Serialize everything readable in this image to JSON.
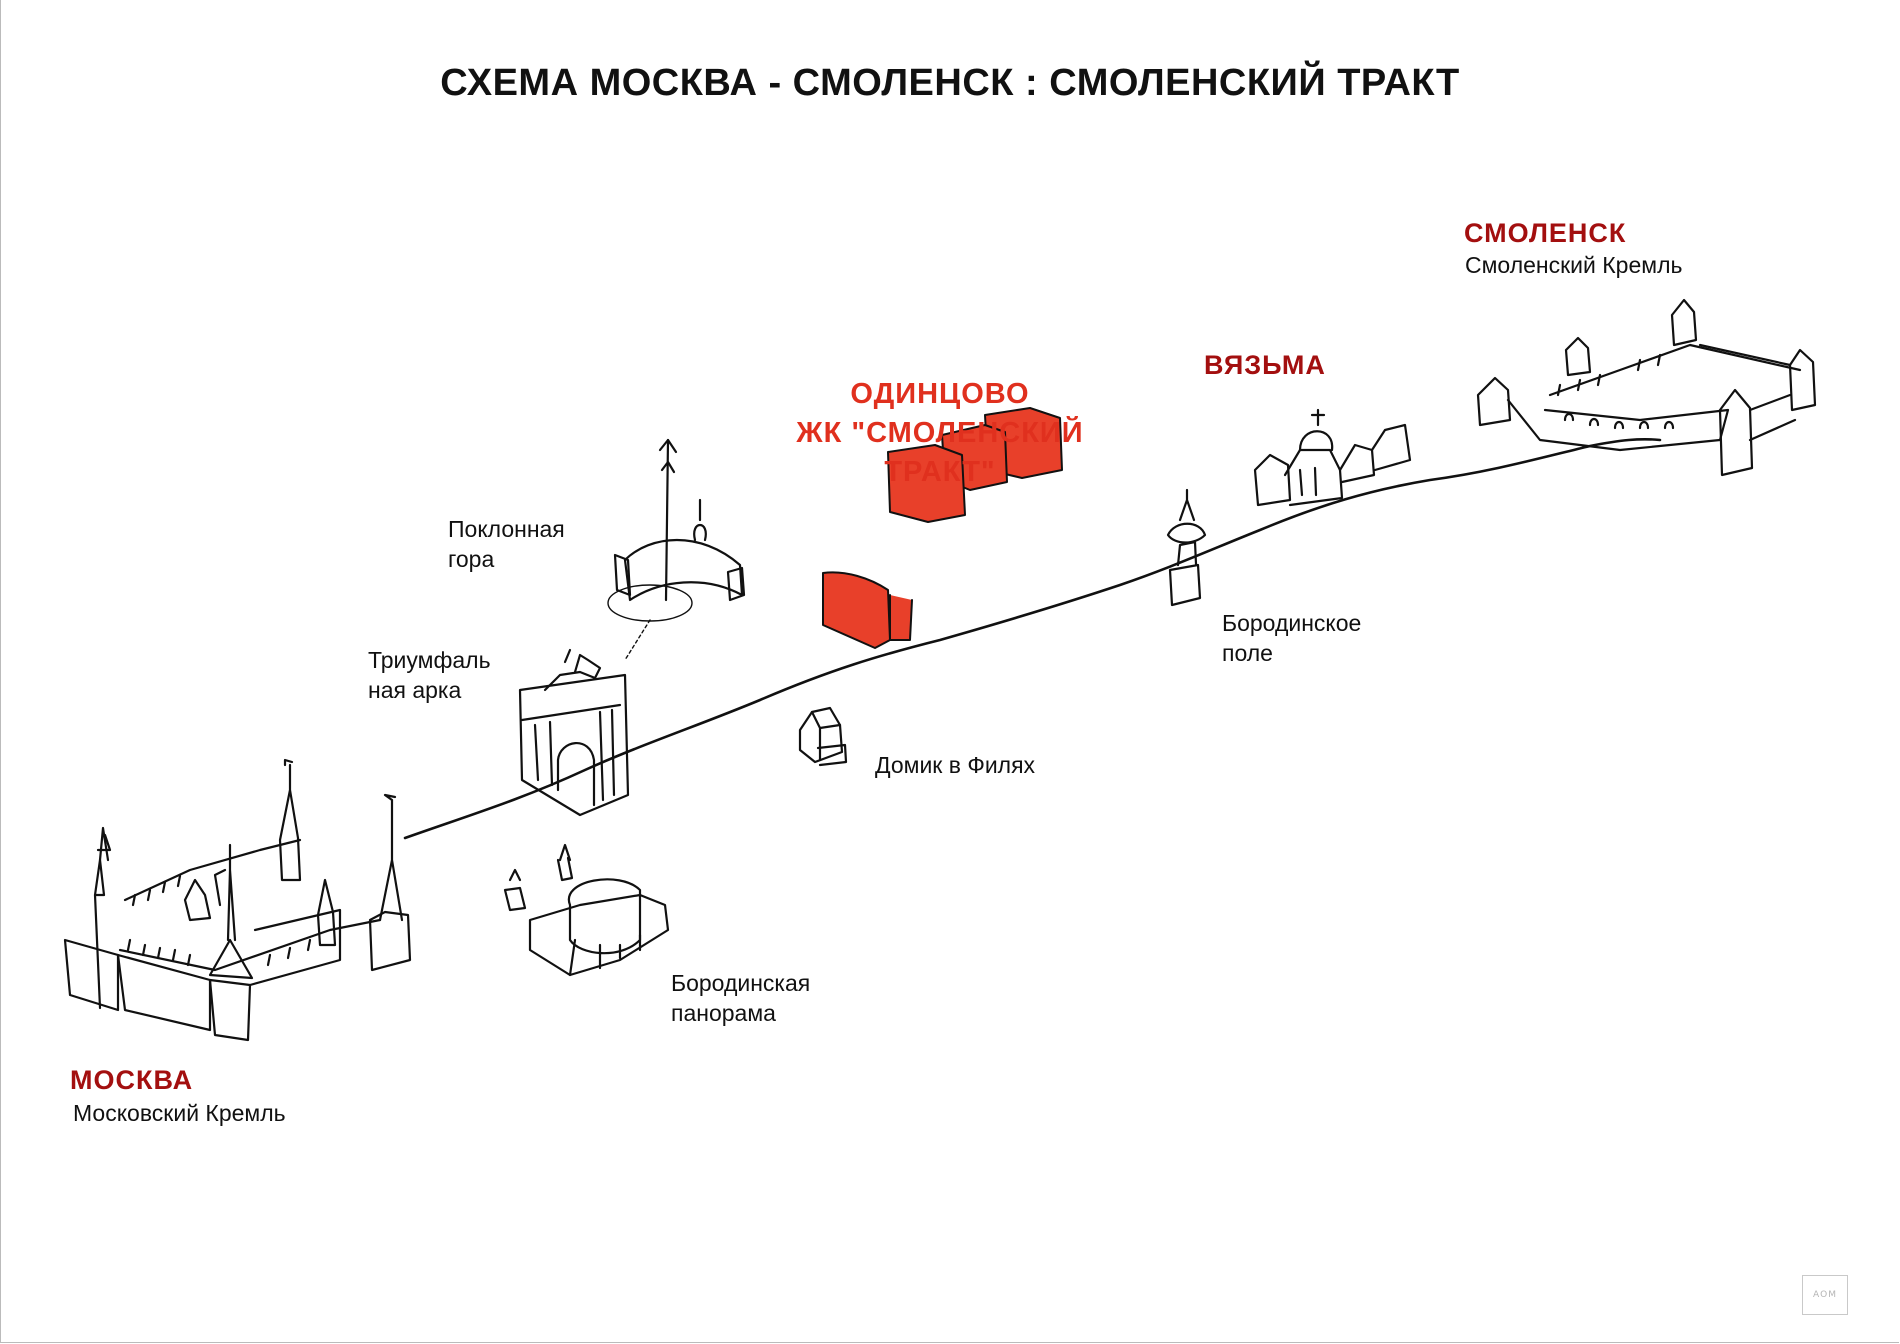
{
  "title": "СХЕМА МОСКВА - СМОЛЕНСК : СМОЛЕНСКИЙ ТРАКТ",
  "colors": {
    "city_label": "#a30f0f",
    "highlight": "#e0301e",
    "road": "#111111"
  },
  "cities": {
    "moscow": {
      "name": "МОСКВА",
      "subtitle": "Московский Кремль"
    },
    "vyazma": {
      "name": "ВЯЗЬМА"
    },
    "smolensk": {
      "name": "СМОЛЕНСК",
      "subtitle": "Смоленский Кремль"
    }
  },
  "highlight": {
    "line1": "ОДИНЦОВО",
    "line2": "ЖК \"СМОЛЕНСКИЙ",
    "line3": "ТРАКТ\""
  },
  "landmarks": {
    "poklonnaya": {
      "line1": "Поклонная",
      "line2": "гора"
    },
    "arch": {
      "line1": "Триумфаль",
      "line2": "ная арка"
    },
    "domik": {
      "line1": "Домик в Филях"
    },
    "panorama": {
      "line1": "Бородинская",
      "line2": "панорама"
    },
    "borodino": {
      "line1": "Бородинское",
      "line2": "поле"
    }
  },
  "stamp": "АОМ"
}
